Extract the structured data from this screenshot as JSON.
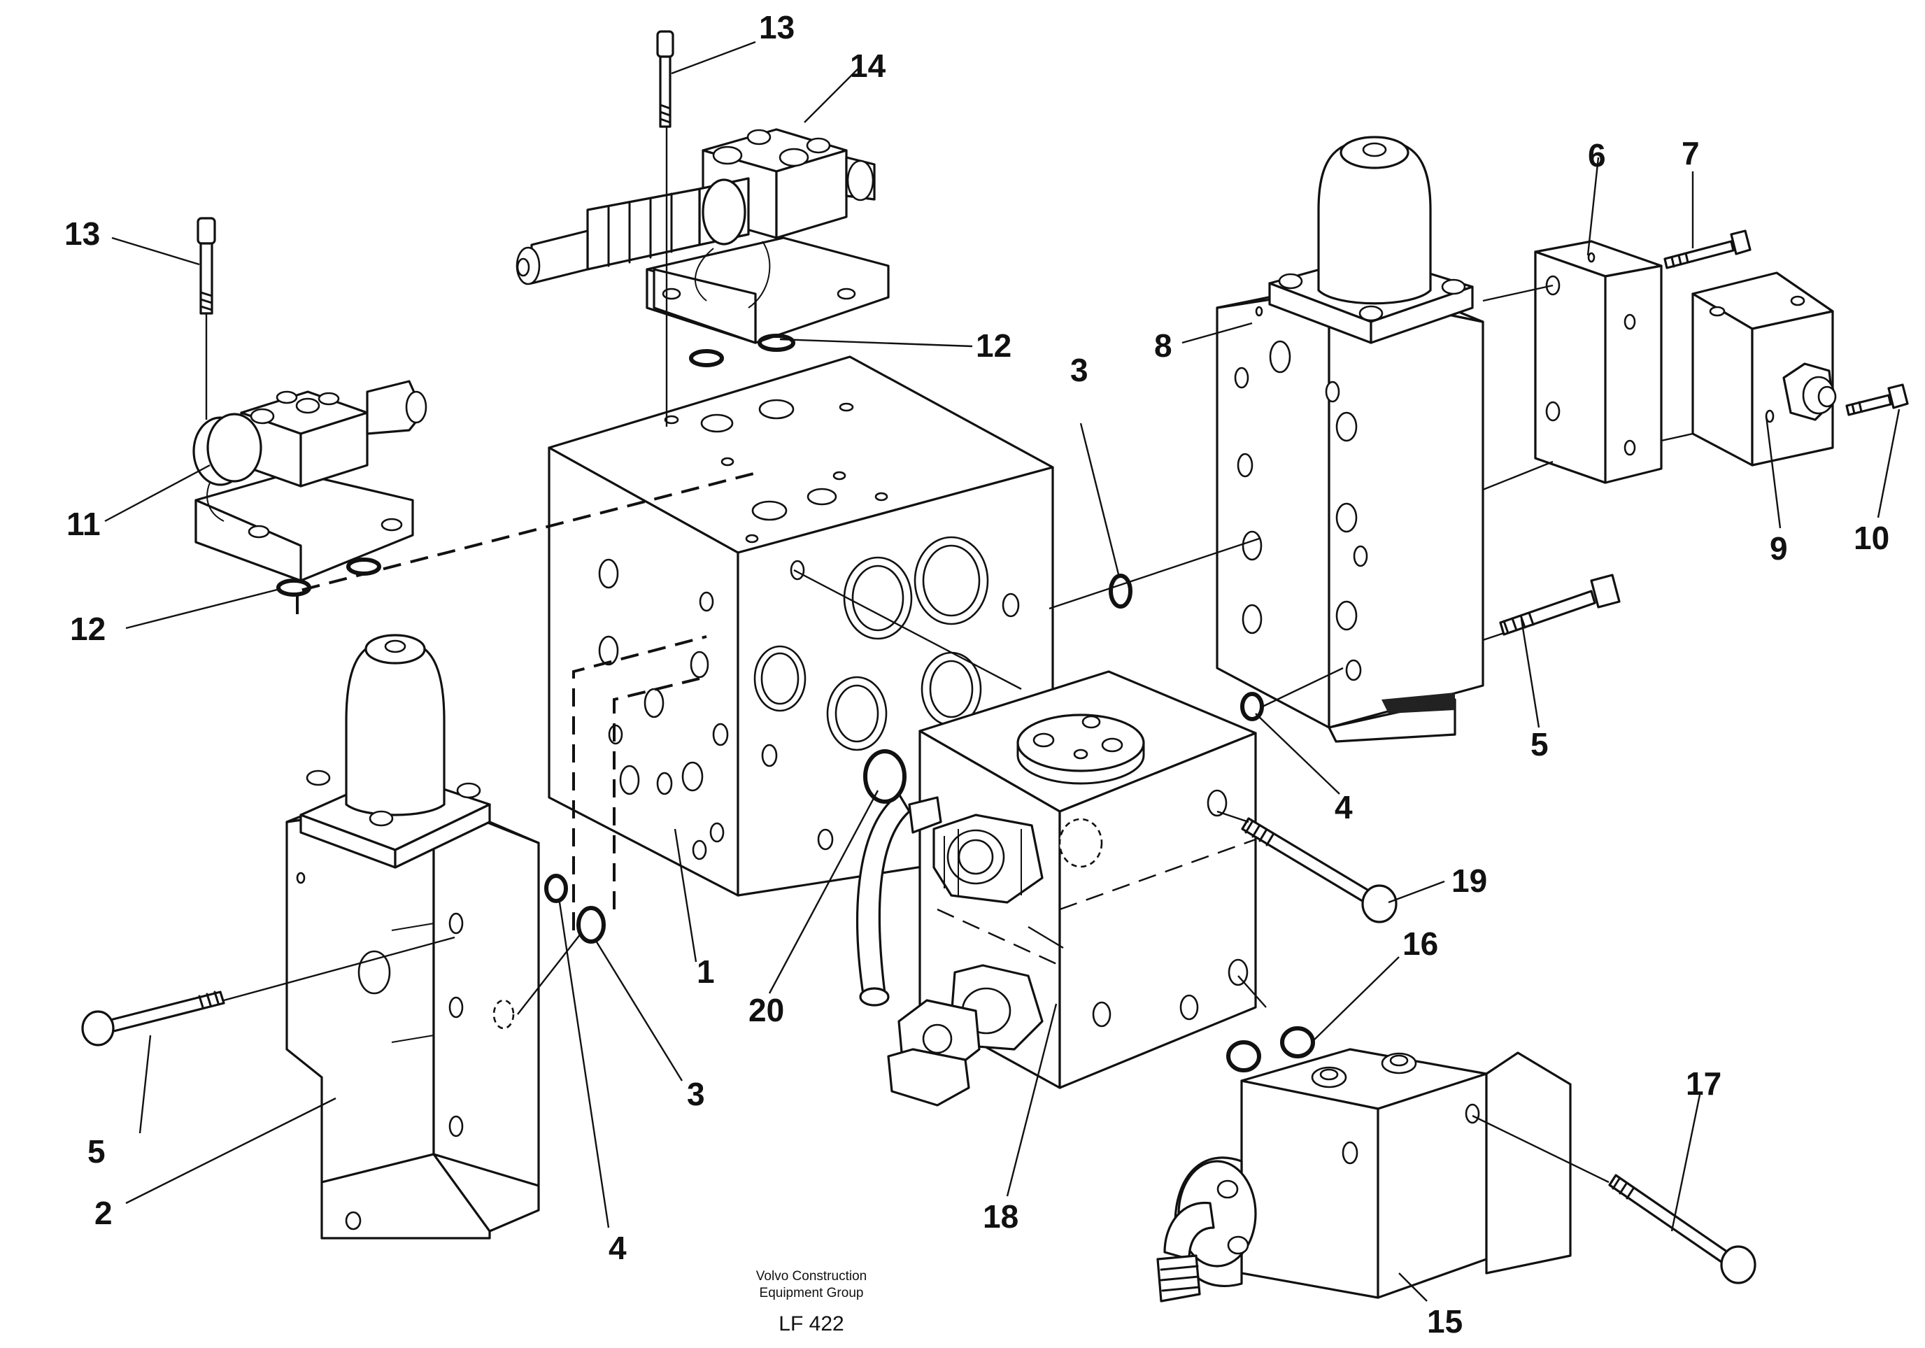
{
  "diagram": {
    "callouts": [
      "1",
      "2",
      "3",
      "3",
      "4",
      "4",
      "5",
      "5",
      "6",
      "7",
      "8",
      "9",
      "10",
      "11",
      "12",
      "12",
      "13",
      "13",
      "14",
      "15",
      "16",
      "17",
      "18",
      "19",
      "20"
    ],
    "caption_line1": "Volvo Construction",
    "caption_line2": "Equipment Group",
    "drawing_code": "LF 422"
  }
}
